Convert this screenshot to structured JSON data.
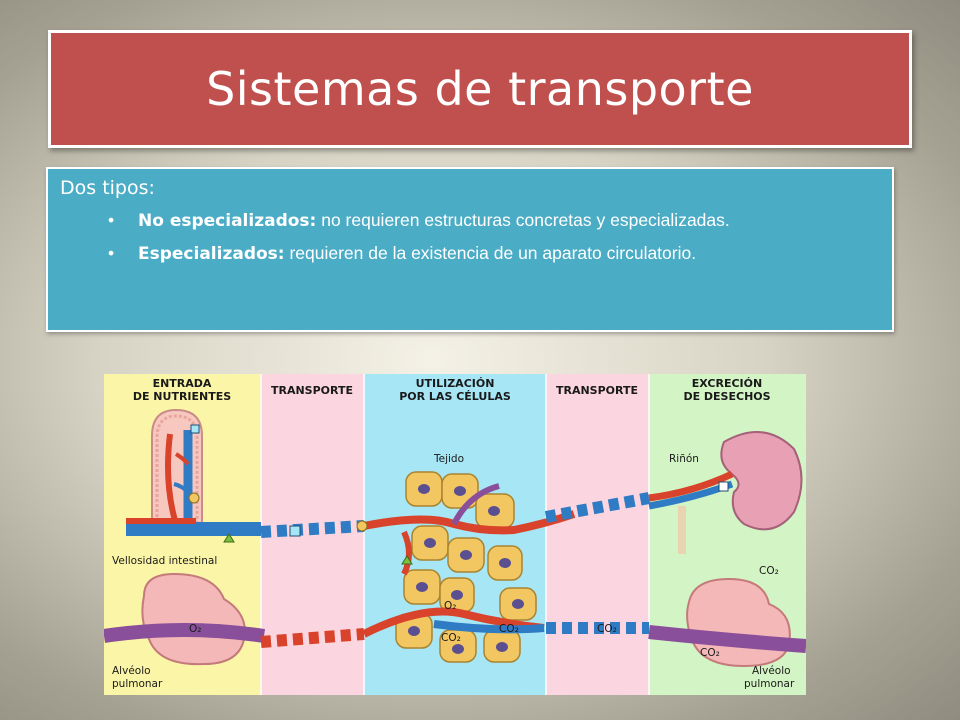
{
  "slide": {
    "title": "Sistemas de transporte",
    "intro": "Dos tipos:",
    "bullets": [
      {
        "term": "No especializados:",
        "text": " no requieren estructuras concretas y especializadas."
      },
      {
        "term": "Especializados:",
        "text": " requieren de la existencia de un aparato circulatorio."
      }
    ]
  },
  "diagram": {
    "columns": [
      {
        "line1": "ENTRADA",
        "line2": "DE NUTRIENTES",
        "color": "#fbf6a7"
      },
      {
        "line1": "TRANSPORTE",
        "line2": "",
        "color": "#fbd5e0"
      },
      {
        "line1": "UTILIZACIÓN",
        "line2": "POR LAS CÉLULAS",
        "color": "#a6e6f5"
      },
      {
        "line1": "TRANSPORTE",
        "line2": "",
        "color": "#fbd5e0"
      },
      {
        "line1": "EXCRECIÓN",
        "line2": "DE DESECHOS",
        "color": "#d3f4c4"
      }
    ],
    "labels": {
      "tejido": "Tejido",
      "rinon": "Riñón",
      "vellosidad": "Vellosidad intestinal",
      "alveolo_left_1": "Alvéolo",
      "alveolo_left_2": "pulmonar",
      "alveolo_right_1": "Alvéolo",
      "alveolo_right_2": "pulmonar",
      "o2": "O₂",
      "co2": "CO₂"
    },
    "colors": {
      "artery": "#d9432b",
      "vein": "#2f7bc4",
      "cell": "#f2c661",
      "nucleus": "#5a4f91"
    }
  }
}
